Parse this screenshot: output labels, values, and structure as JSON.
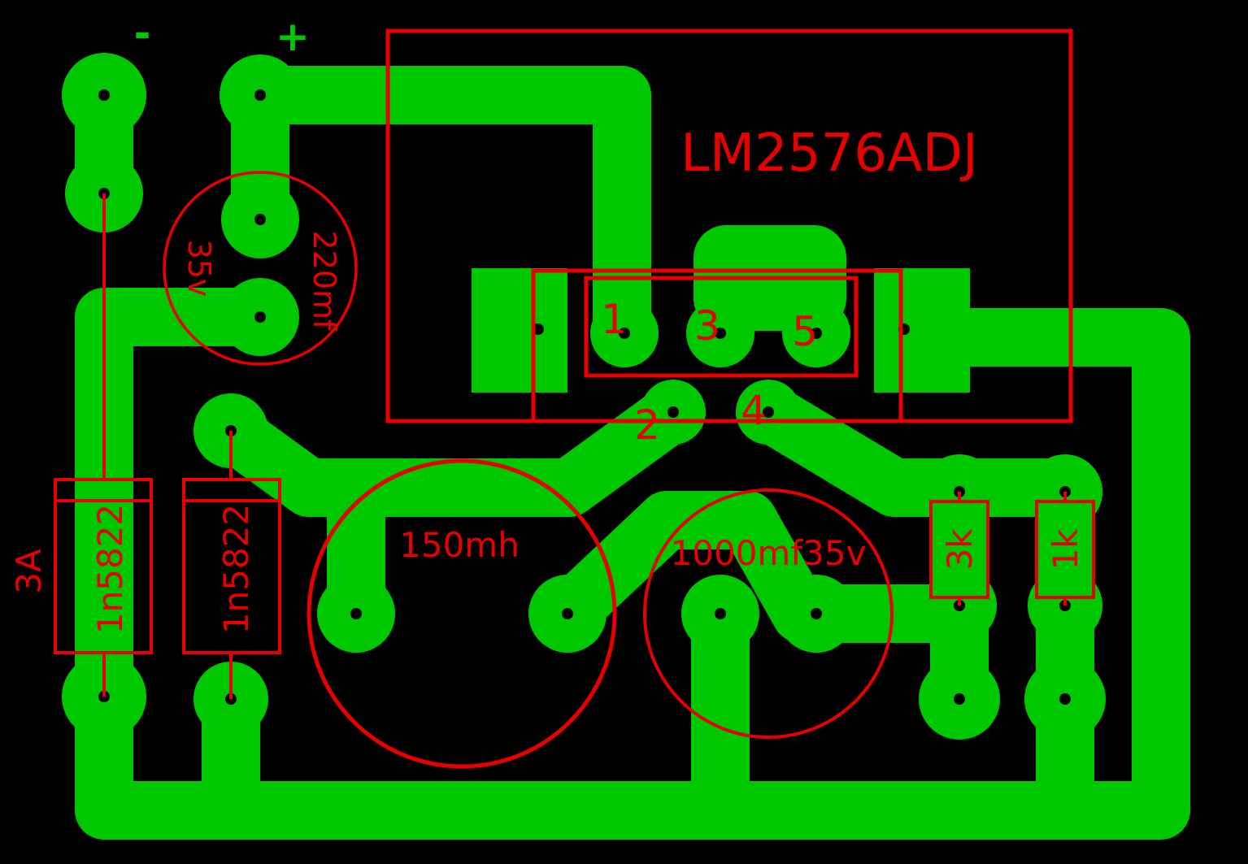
{
  "colors": {
    "background": "#000000",
    "copper": "#00c800",
    "silkscreen": "#e60000",
    "drill": "#000000"
  },
  "terminals": {
    "minus": "-",
    "plus": "+"
  },
  "regulator": {
    "name": "LM2576ADJ",
    "pins": [
      "1",
      "3",
      "5",
      "2",
      "4"
    ]
  },
  "capacitor_in": {
    "value": "220mf",
    "voltage": "35v"
  },
  "capacitor_out": {
    "label": "1000mf35v"
  },
  "inductor": {
    "label": "150mh"
  },
  "diode_1": {
    "part": "1n5822",
    "current": "3A"
  },
  "diode_2": {
    "part": "1n5822"
  },
  "resistor_1": {
    "value": "3k"
  },
  "resistor_2": {
    "value": "1k"
  }
}
